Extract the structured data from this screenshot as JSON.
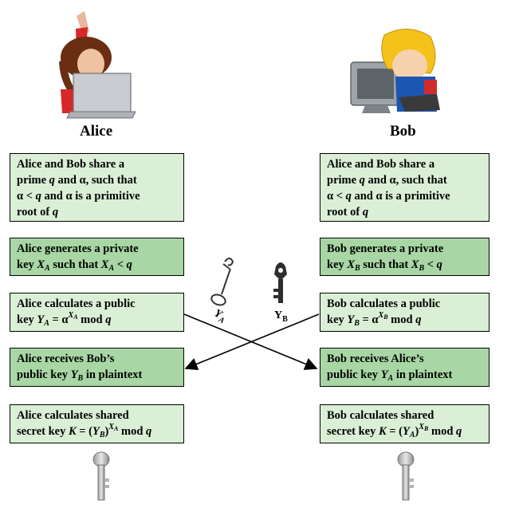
{
  "alice": {
    "name": "Alice",
    "box1": {
      "a": "Alice and Bob share a",
      "b": "prime ",
      "q1": "q",
      "c": " and α, such that",
      "d": "α < ",
      "q2": "q",
      "e": " and α is a primitive",
      "f": "root of ",
      "q3": "q"
    },
    "box2": {
      "a": "Alice generates a private",
      "b": "key ",
      "X": "X",
      "xs": "A",
      "c": " such that ",
      "X2": "X",
      "xs2": "A",
      "d": " < ",
      "q": "q"
    },
    "box3": {
      "a": "Alice calculates a public",
      "b": "key ",
      "Y": "Y",
      "ys": "A",
      "c": " = α",
      "sx": "X",
      "sxs": "A",
      "d": " mod ",
      "q": "q"
    },
    "box4": {
      "a": "Alice receives Bob’s",
      "b": "public key ",
      "Y": "Y",
      "ys": "B",
      "c": " in plaintext"
    },
    "box5": {
      "a": "Alice calculates shared",
      "b": "secret key ",
      "K": "K",
      "c": " = (",
      "Y": "Y",
      "ys": "B",
      "d": ")",
      "sx": "X",
      "sxs": "A",
      "e": " mod ",
      "q": "q"
    }
  },
  "bob": {
    "name": "Bob",
    "box1": {
      "a": "Alice and Bob share a",
      "b": "prime ",
      "q1": "q",
      "c": " and α, such that",
      "d": "α < ",
      "q2": "q",
      "e": " and α is a primitive",
      "f": "root of ",
      "q3": "q"
    },
    "box2": {
      "a": "Bob generates a private",
      "b": "key ",
      "X": "X",
      "xs": "B",
      "c": " such that ",
      "X2": "X",
      "xs2": "B",
      "d": " < ",
      "q": "q"
    },
    "box3": {
      "a": "Bob calculates a public",
      "b": "key ",
      "Y": "Y",
      "ys": "B",
      "c": " = α",
      "sx": "X",
      "sxs": "B",
      "d": " mod ",
      "q": "q"
    },
    "box4": {
      "a": "Bob receives Alice’s",
      "b": "public key ",
      "Y": "Y",
      "ys": "A",
      "c": " in plaintext"
    },
    "box5": {
      "a": "Bob calculates shared",
      "b": "secret key ",
      "K": "K",
      "c": " = (",
      "Y": "Y",
      "ys": "A",
      "d": ")",
      "sx": "X",
      "sxs": "B",
      "e": " mod ",
      "q": "q"
    }
  },
  "keys": {
    "ya_main": "Y",
    "ya_sub": "A",
    "yb_main": "Y",
    "yb_sub": "B"
  },
  "colors": {
    "light_box": "#dbefd6",
    "dark_box": "#a8d6a4"
  }
}
